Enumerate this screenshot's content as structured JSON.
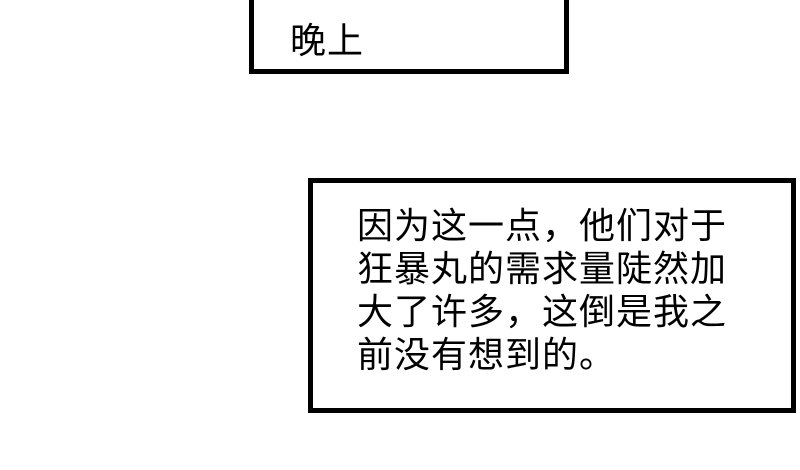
{
  "top_caption": {
    "lines": [
      "晚上"
    ]
  },
  "bottom_caption": {
    "lines": [
      "因为这一点，他们对于",
      "狂暴丸的需求量陡然加",
      "大了许多，这倒是我之",
      "前没有想到的。"
    ]
  }
}
